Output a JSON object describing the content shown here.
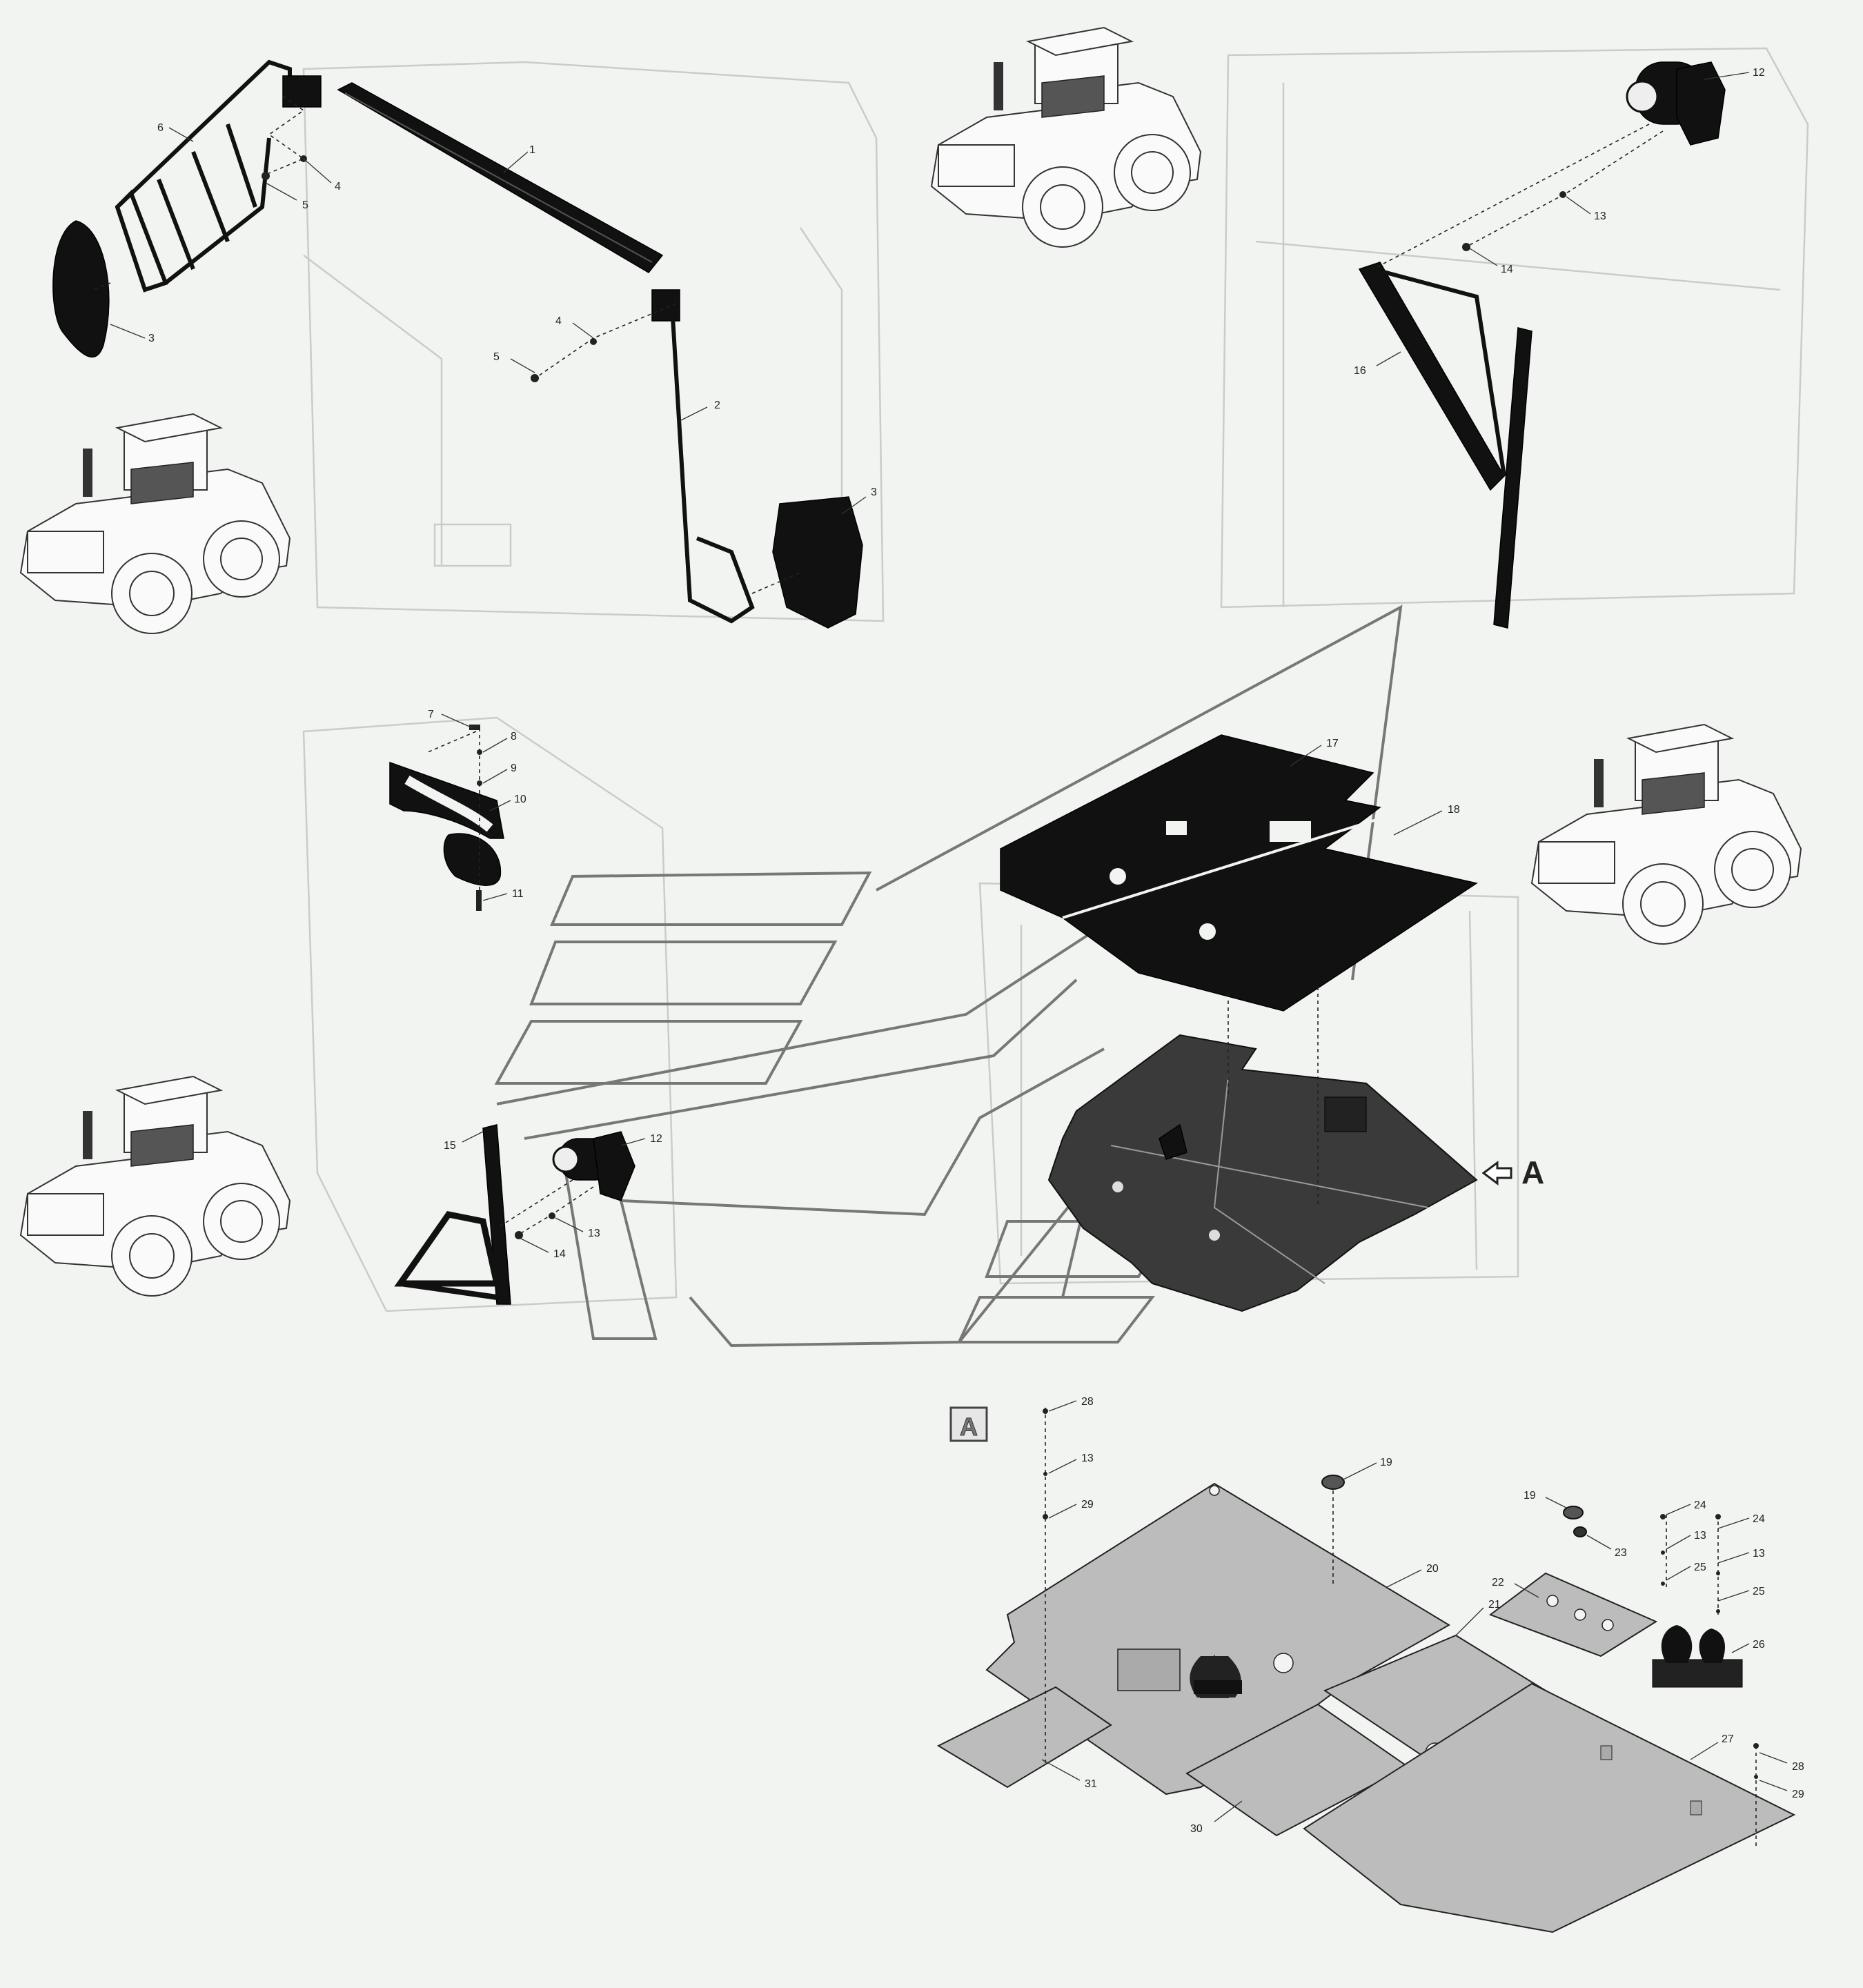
{
  "callouts": {
    "c1": "1",
    "c2": "2",
    "c3a": "3",
    "c3b": "3",
    "c4a": "4",
    "c4b": "4",
    "c5a": "5",
    "c5b": "5",
    "c6": "6",
    "c7": "7",
    "c8": "8",
    "c9": "9",
    "c10": "10",
    "c11": "11",
    "c12a": "12",
    "c12b": "12",
    "c13a": "13",
    "c13b": "13",
    "c14a": "14",
    "c14b": "14",
    "c15": "15",
    "c16": "16",
    "c17": "17",
    "c18": "18",
    "c19a": "19",
    "c19b": "19",
    "c20": "20",
    "c21": "21",
    "c22": "22",
    "c23": "23",
    "c24a": "24",
    "c24b": "24",
    "c13c": "13",
    "c13d": "13",
    "c13e": "13",
    "c25a": "25",
    "c25b": "25",
    "c26": "26",
    "c27": "27",
    "c28a": "28",
    "c28b": "28",
    "c29a": "29",
    "c29b": "29",
    "c30": "30",
    "c31": "31"
  },
  "view_marker": "A",
  "detail_box_label": "A",
  "colors": {
    "background": "#f2f4f1",
    "part_dark": "#111111",
    "plate_light": "#bcbcbc",
    "ghost": "#c9ccc8"
  },
  "icons": [
    "tractor-thumbnail",
    "arrow-left-outline"
  ]
}
